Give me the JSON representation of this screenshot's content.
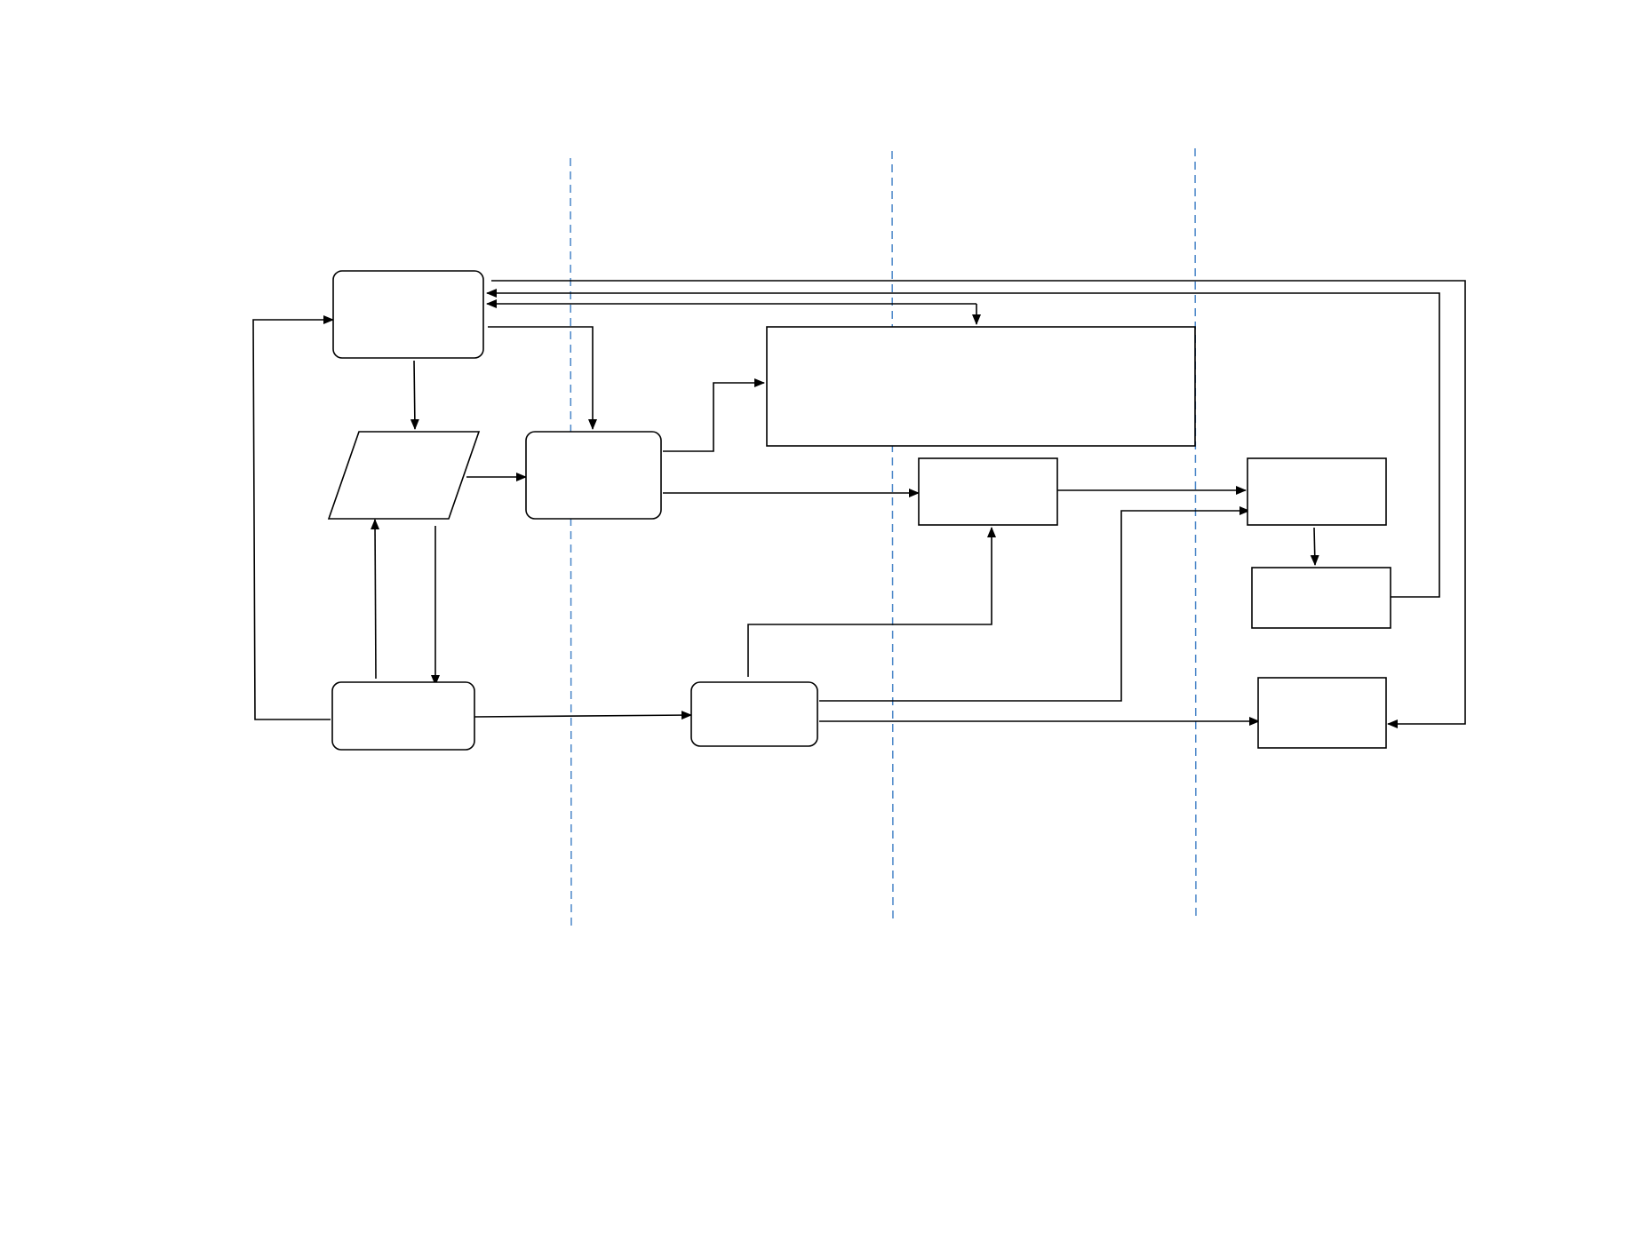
{
  "diagram": {
    "colors": {
      "line": "#000000",
      "divider": "#4a86c8",
      "background": "#ffffff"
    },
    "nodes": [
      {
        "id": "start-box",
        "shape": "rounded-rect",
        "label": ""
      },
      {
        "id": "input-parallelogram",
        "shape": "parallelogram",
        "label": ""
      },
      {
        "id": "process-box-a",
        "shape": "rounded-rect",
        "label": ""
      },
      {
        "id": "wide-box",
        "shape": "rect",
        "label": ""
      },
      {
        "id": "middle-box",
        "shape": "rect",
        "label": ""
      },
      {
        "id": "right-box-top",
        "shape": "rect",
        "label": ""
      },
      {
        "id": "right-box-middle",
        "shape": "rect",
        "label": ""
      },
      {
        "id": "right-box-bottom",
        "shape": "rect",
        "label": ""
      },
      {
        "id": "lower-left-box",
        "shape": "rounded-rect",
        "label": ""
      },
      {
        "id": "process-box-b",
        "shape": "rounded-rect",
        "label": ""
      }
    ],
    "edges": [
      {
        "from": "start-box",
        "to": "input-parallelogram"
      },
      {
        "from": "start-box",
        "to": "process-box-a"
      },
      {
        "from": "start-box",
        "to": "wide-box"
      },
      {
        "from": "input-parallelogram",
        "to": "process-box-a"
      },
      {
        "from": "input-parallelogram",
        "to": "lower-left-box"
      },
      {
        "from": "lower-left-box",
        "to": "input-parallelogram"
      },
      {
        "from": "lower-left-box",
        "to": "start-box"
      },
      {
        "from": "lower-left-box",
        "to": "process-box-b"
      },
      {
        "from": "process-box-a",
        "to": "wide-box"
      },
      {
        "from": "process-box-a",
        "to": "middle-box"
      },
      {
        "from": "middle-box",
        "to": "right-box-top"
      },
      {
        "from": "process-box-b",
        "to": "middle-box"
      },
      {
        "from": "process-box-b",
        "to": "right-box-top"
      },
      {
        "from": "process-box-b",
        "to": "right-box-bottom"
      },
      {
        "from": "right-box-top",
        "to": "right-box-middle"
      },
      {
        "from": "right-box-middle",
        "to": "start-box"
      },
      {
        "from": "start-box",
        "to": "right-box-bottom"
      }
    ],
    "divider_count": 3
  }
}
